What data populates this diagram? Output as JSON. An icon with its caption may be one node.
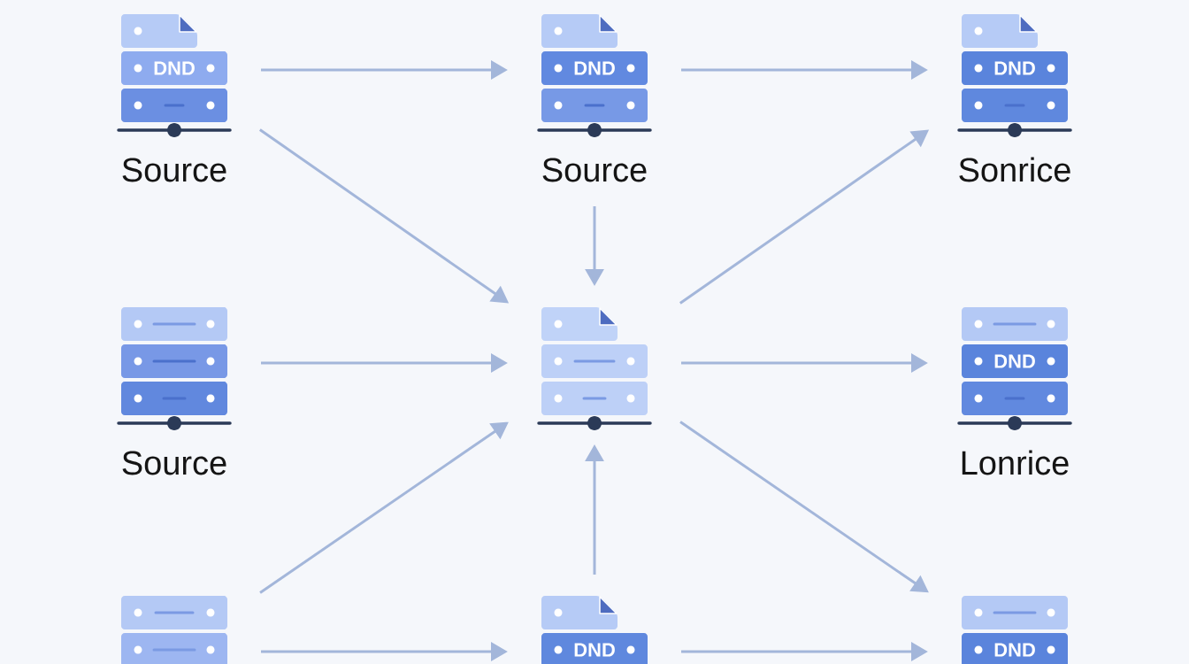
{
  "diagram": {
    "nodes": [
      {
        "text": [
          "DND"
        ],
        "beside": [
          "Source"
        ]
      },
      {
        "text": [
          "DND"
        ],
        "beside": [
          "Source"
        ]
      },
      {
        "text": [
          "DND"
        ],
        "beside": [
          "Sonrice"
        ]
      },
      {
        "text": [],
        "shape": "server",
        "beside": [
          "Source"
        ]
      },
      {
        "text": [],
        "shape": "server"
      },
      {
        "text": [
          "DND"
        ],
        "beside": [
          "Lonrice"
        ]
      },
      {
        "text": [],
        "shape": "server"
      },
      {
        "text": [
          "DND"
        ]
      },
      {
        "text": [
          "DND"
        ]
      }
    ],
    "edges": [
      {
        "from": 0,
        "to": 1,
        "arrow": "to"
      },
      {
        "from": 1,
        "to": 2,
        "arrow": "to"
      },
      {
        "from": 0,
        "to": 4,
        "arrow": "to"
      },
      {
        "from": 1,
        "to": 4,
        "arrow": "to"
      },
      {
        "from": 4,
        "to": 2,
        "arrow": "to"
      },
      {
        "from": 3,
        "to": 4,
        "arrow": "to"
      },
      {
        "from": 4,
        "to": 5,
        "arrow": "to"
      },
      {
        "from": 6,
        "to": 4,
        "arrow": "to"
      },
      {
        "from": 7,
        "to": 4,
        "arrow": "to"
      },
      {
        "from": 4,
        "to": 8,
        "arrow": "to"
      },
      {
        "from": 6,
        "to": 7,
        "arrow": "to"
      },
      {
        "from": 7,
        "to": 8,
        "arrow": "to"
      }
    ]
  }
}
